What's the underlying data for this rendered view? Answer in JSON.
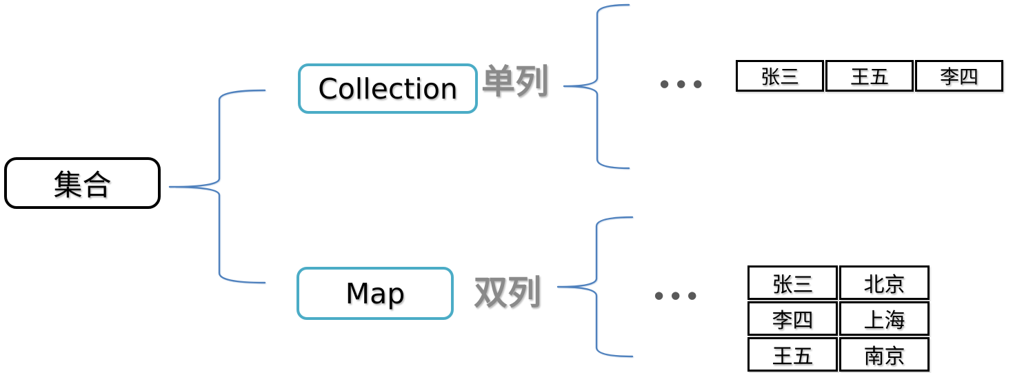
{
  "colors": {
    "brace_blue": "#4f81bd",
    "node_teal": "#4bacc6",
    "root_border": "#000000",
    "table_border": "#000000",
    "tag_gray": "#8a8a8a",
    "dot_gray": "#595959",
    "text_black": "#000000"
  },
  "root": {
    "label": "集合"
  },
  "branches": [
    {
      "node_label": "Collection",
      "type_label": "单列",
      "ellipsis": "●●●",
      "list_items": [
        "张三",
        "王五",
        "李四"
      ]
    },
    {
      "node_label": "Map",
      "type_label": "双列",
      "ellipsis": "●●●",
      "map_rows": [
        [
          "张三",
          "北京"
        ],
        [
          "李四",
          "上海"
        ],
        [
          "王五",
          "南京"
        ]
      ]
    }
  ]
}
